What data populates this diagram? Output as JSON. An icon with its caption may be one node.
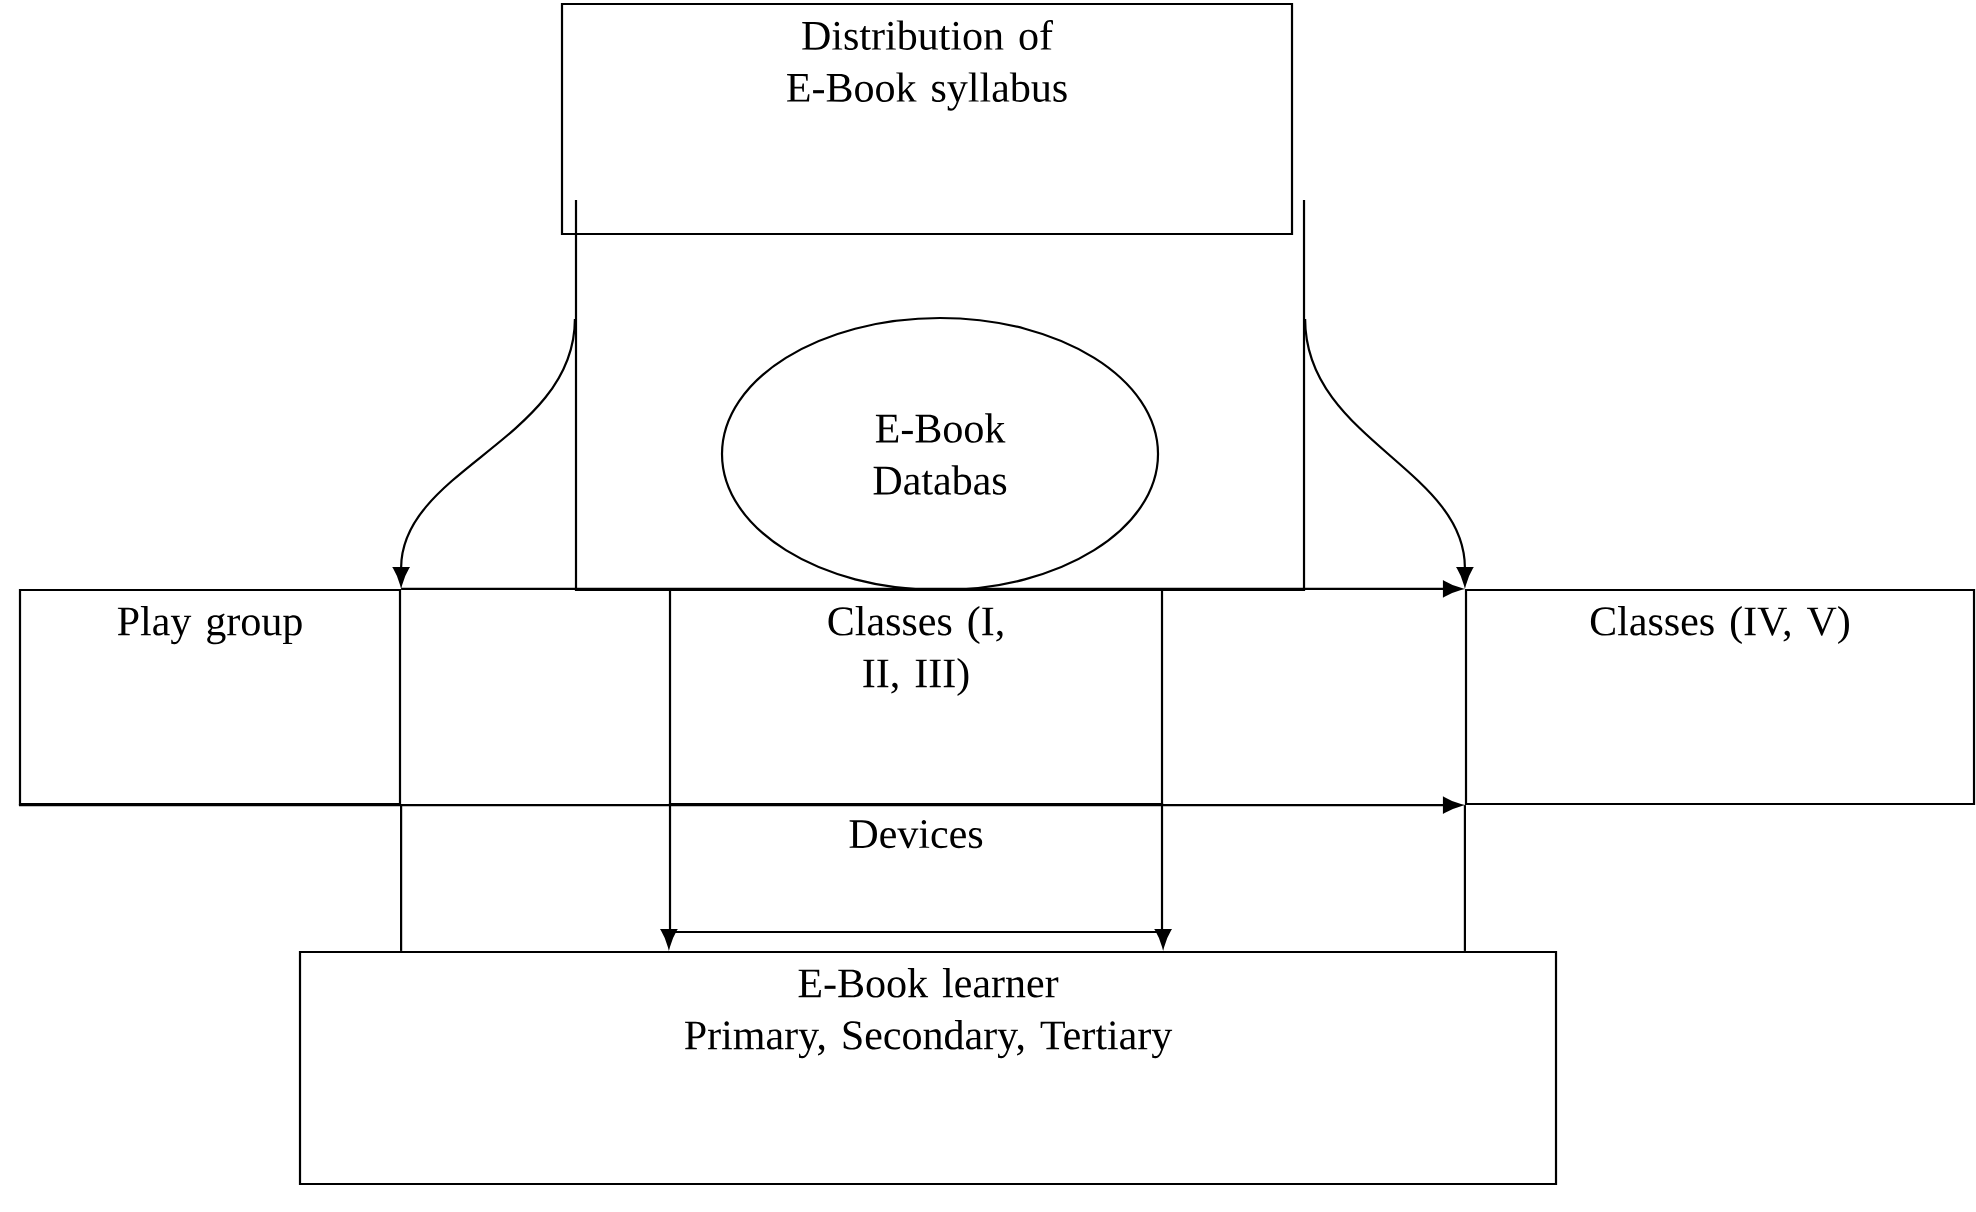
{
  "diagram": {
    "nodes": [
      {
        "text": [
          "Distribution of E-Book syllabus"
        ]
      },
      {
        "text": [],
        "shape": "box"
      },
      {
        "text": [
          "E-Book Databas"
        ],
        "in": 1
      },
      {
        "text": [
          "Play group"
        ]
      },
      {
        "text": [
          "Classes (I, II, III)"
        ]
      },
      {
        "text": [
          "Devices"
        ]
      },
      {
        "text": [
          "Classes (IV, V)"
        ]
      },
      {
        "text": [
          "E-Book learner",
          "Primary, Secondary, Tertiary"
        ]
      }
    ],
    "edges": [
      {
        "from": 1,
        "to": 3,
        "arrow": "to"
      },
      {
        "from": 1,
        "to": 6,
        "arrow": "to"
      },
      {
        "from": 3,
        "to": 6,
        "arrow": "to"
      },
      {
        "from": 3,
        "to": 6,
        "arrow": "to"
      },
      {
        "from": 3,
        "to": 7,
        "arrow": "none"
      },
      {
        "from": 6,
        "to": 7,
        "arrow": "none"
      },
      {
        "from": 5,
        "to": 7,
        "arrow": "to"
      },
      {
        "from": 5,
        "to": 7,
        "arrow": "to"
      }
    ]
  }
}
